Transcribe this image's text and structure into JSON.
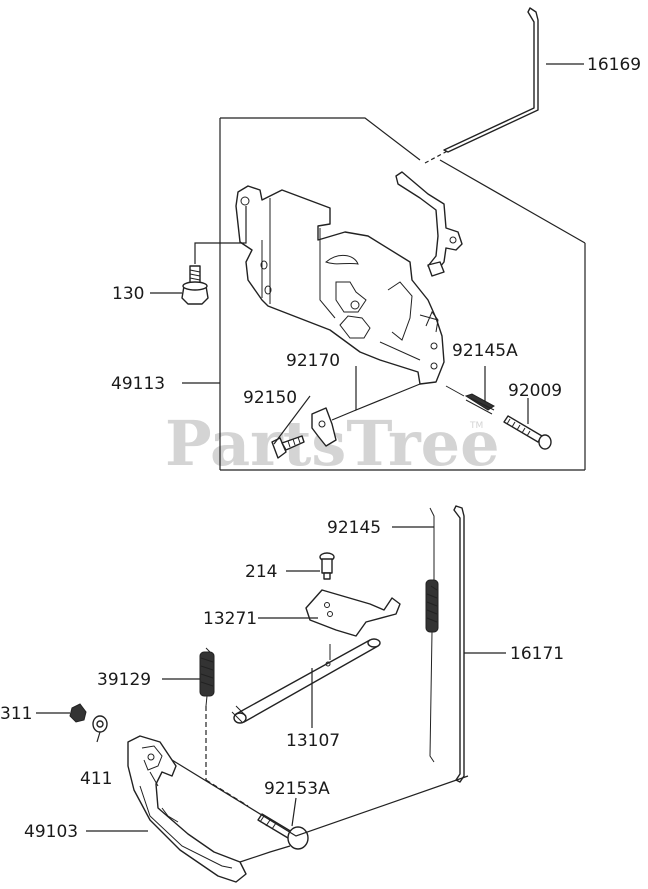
{
  "watermark": {
    "text": "PartsTree",
    "trademark": "TM"
  },
  "parts": [
    {
      "id": "16169"
    },
    {
      "id": "130"
    },
    {
      "id": "49113"
    },
    {
      "id": "92170"
    },
    {
      "id": "92145A"
    },
    {
      "id": "92150"
    },
    {
      "id": "92009"
    },
    {
      "id": "92145"
    },
    {
      "id": "214"
    },
    {
      "id": "13271"
    },
    {
      "id": "16171"
    },
    {
      "id": "39129"
    },
    {
      "id": "311"
    },
    {
      "id": "13107"
    },
    {
      "id": "411"
    },
    {
      "id": "92153A"
    },
    {
      "id": "49103"
    }
  ]
}
